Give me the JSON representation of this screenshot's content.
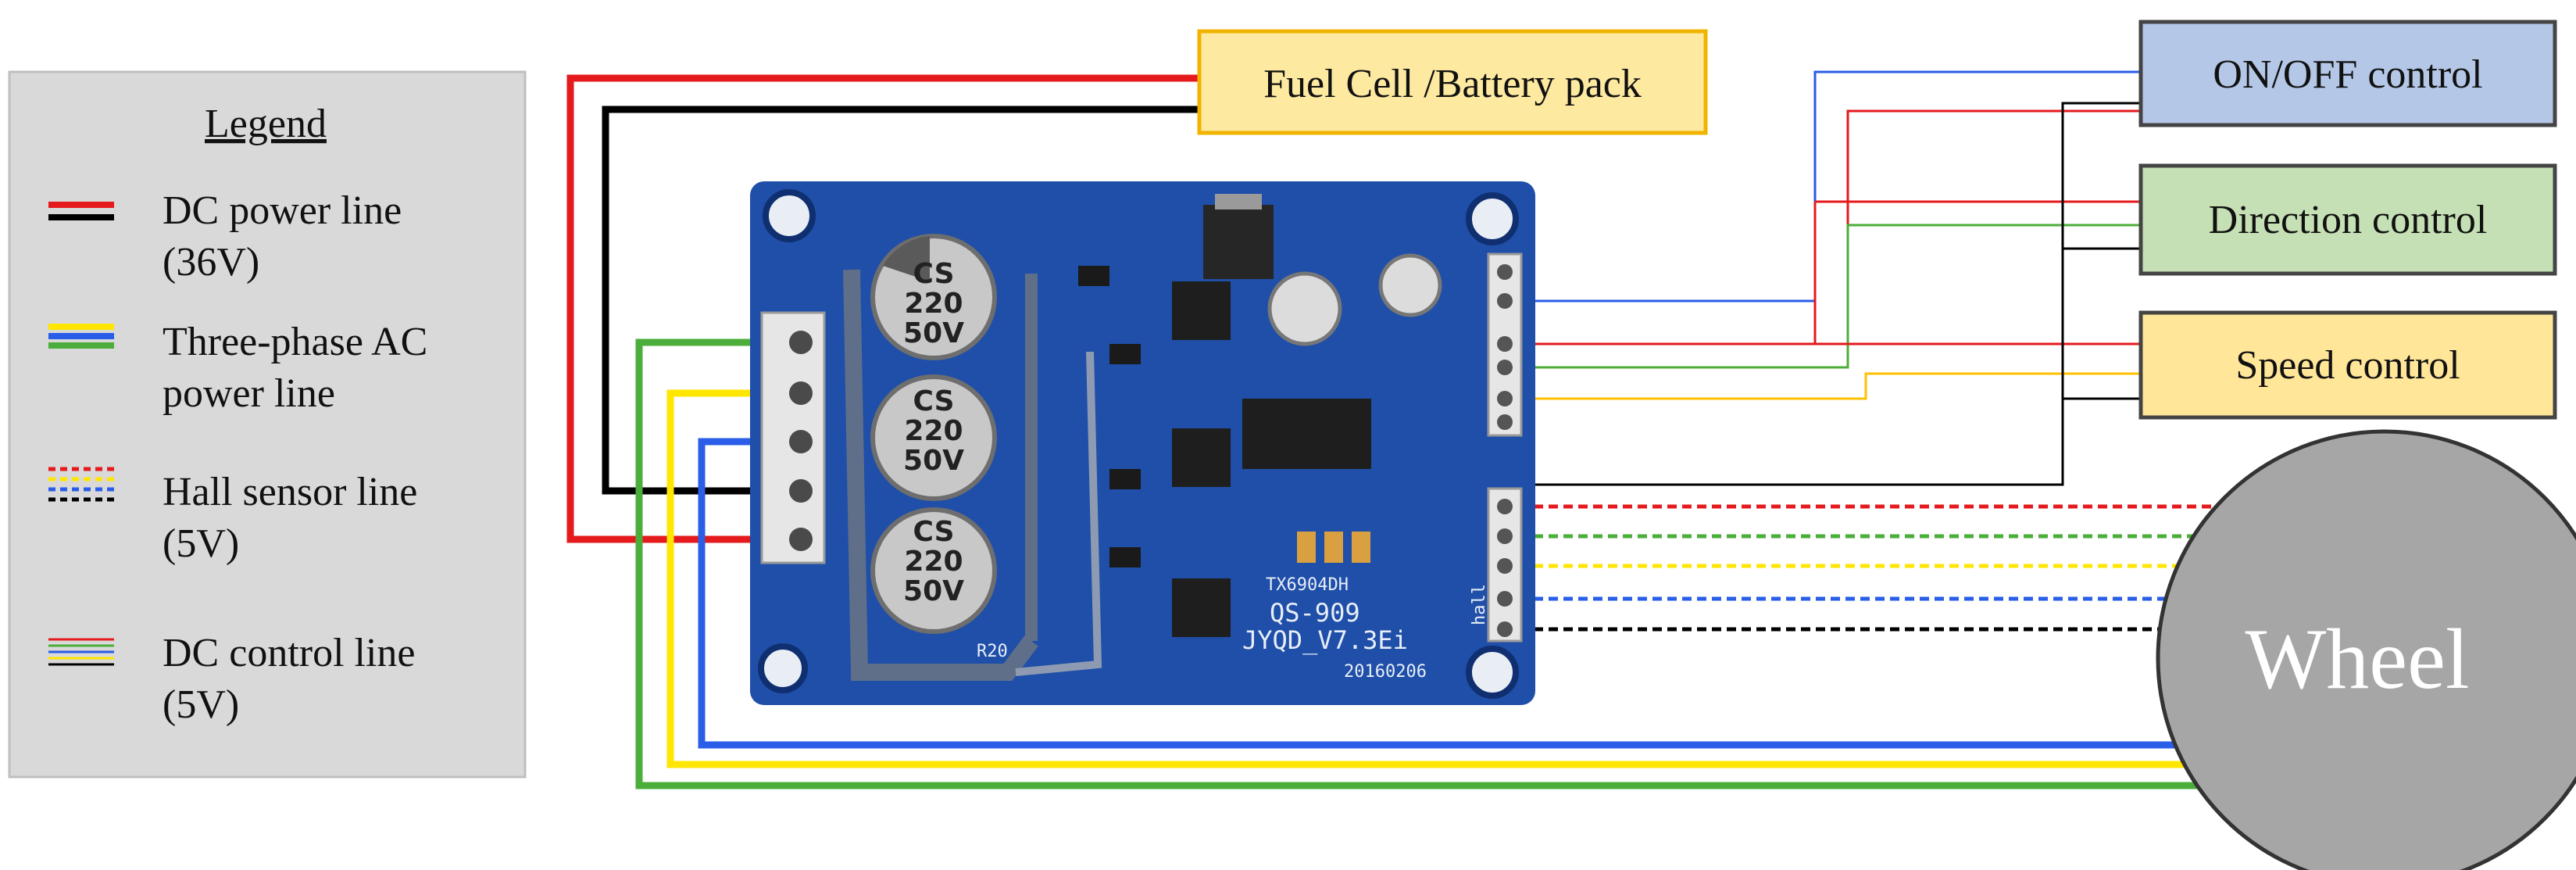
{
  "legend": {
    "title": "Legend",
    "items": [
      {
        "line1": "DC power line",
        "line2": "(36V)",
        "colors": [
          "#e41a1c",
          "#000000"
        ],
        "style": "solid"
      },
      {
        "line1": "Three-phase AC",
        "line2": "power line",
        "colors": [
          "#ffe600",
          "#2a5de8",
          "#4cae3a"
        ],
        "style": "solid"
      },
      {
        "line1": "Hall sensor line",
        "line2": "(5V)",
        "colors": [
          "#e41a1c",
          "#ffe600",
          "#2a5de8",
          "#000000"
        ],
        "style": "dashed"
      },
      {
        "line1": "DC control line",
        "line2": "(5V)",
        "colors": [
          "#e41a1c",
          "#4cae3a",
          "#2a5de8",
          "#ffe600",
          "#000000"
        ],
        "style": "thin"
      }
    ]
  },
  "power_source": {
    "label": "Fuel Cell /Battery pack",
    "fill": "#fde9a0",
    "border": "#f0b400"
  },
  "controls": [
    {
      "label": "ON/OFF control",
      "fill": "#b4c7e7",
      "border": "#444444"
    },
    {
      "label": "Direction control",
      "fill": "#c5e0b4",
      "border": "#444444"
    },
    {
      "label": "Speed control",
      "fill": "#ffe699",
      "border": "#444444"
    }
  ],
  "wheel": {
    "label": "Wheel",
    "fill": "#a6a6a6",
    "border": "#333333"
  },
  "board": {
    "fill": "#1f4fa8",
    "capacitor_text": [
      "CS",
      "220",
      "50V"
    ],
    "chip_label": "TX6904DH",
    "model": "QS-909",
    "version": "JYQD_V7.3Ei",
    "date": "20160206",
    "resistor": "R20",
    "hall_label": "hall"
  }
}
